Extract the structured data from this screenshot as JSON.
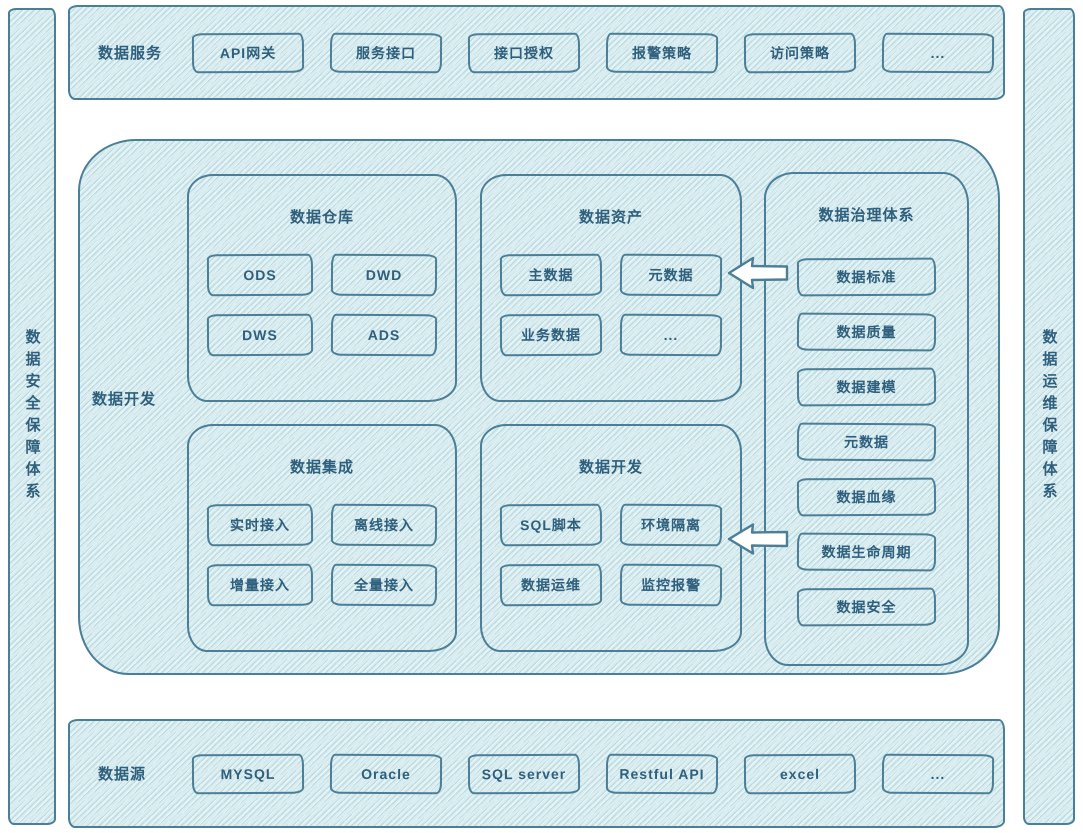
{
  "colors": {
    "shape_border": "#4b7e97",
    "shape_fill": "#d9edf0",
    "hatch_line": "#68a6b7",
    "text": "#2e5f7d",
    "arrow_fill": "#ffffff",
    "background": "#ffffff"
  },
  "left_bar": {
    "label": "数据安全保障体系"
  },
  "right_bar": {
    "label": "数据运维保障体系"
  },
  "service_layer": {
    "label": "数据服务",
    "items": [
      "API网关",
      "服务接口",
      "接口授权",
      "报警策略",
      "访问策略",
      "..."
    ]
  },
  "source_layer": {
    "label": "数据源",
    "items": [
      "MYSQL",
      "Oracle",
      "SQL server",
      "Restful API",
      "excel",
      "..."
    ]
  },
  "development_platform": {
    "label": "数据开发",
    "warehouse": {
      "title": "数据仓库",
      "items": [
        "ODS",
        "DWD",
        "DWS",
        "ADS"
      ]
    },
    "assets": {
      "title": "数据资产",
      "items": [
        "主数据",
        "元数据",
        "业务数据",
        "..."
      ]
    },
    "governance": {
      "title": "数据治理体系",
      "items": [
        "数据标准",
        "数据质量",
        "数据建模",
        "元数据",
        "数据血缘",
        "数据生命周期",
        "数据安全"
      ]
    },
    "integration": {
      "title": "数据集成",
      "items": [
        "实时接入",
        "离线接入",
        "增量接入",
        "全量接入"
      ]
    },
    "development": {
      "title": "数据开发",
      "items": [
        "SQL脚本",
        "环境隔离",
        "数据运维",
        "监控报警"
      ]
    }
  }
}
